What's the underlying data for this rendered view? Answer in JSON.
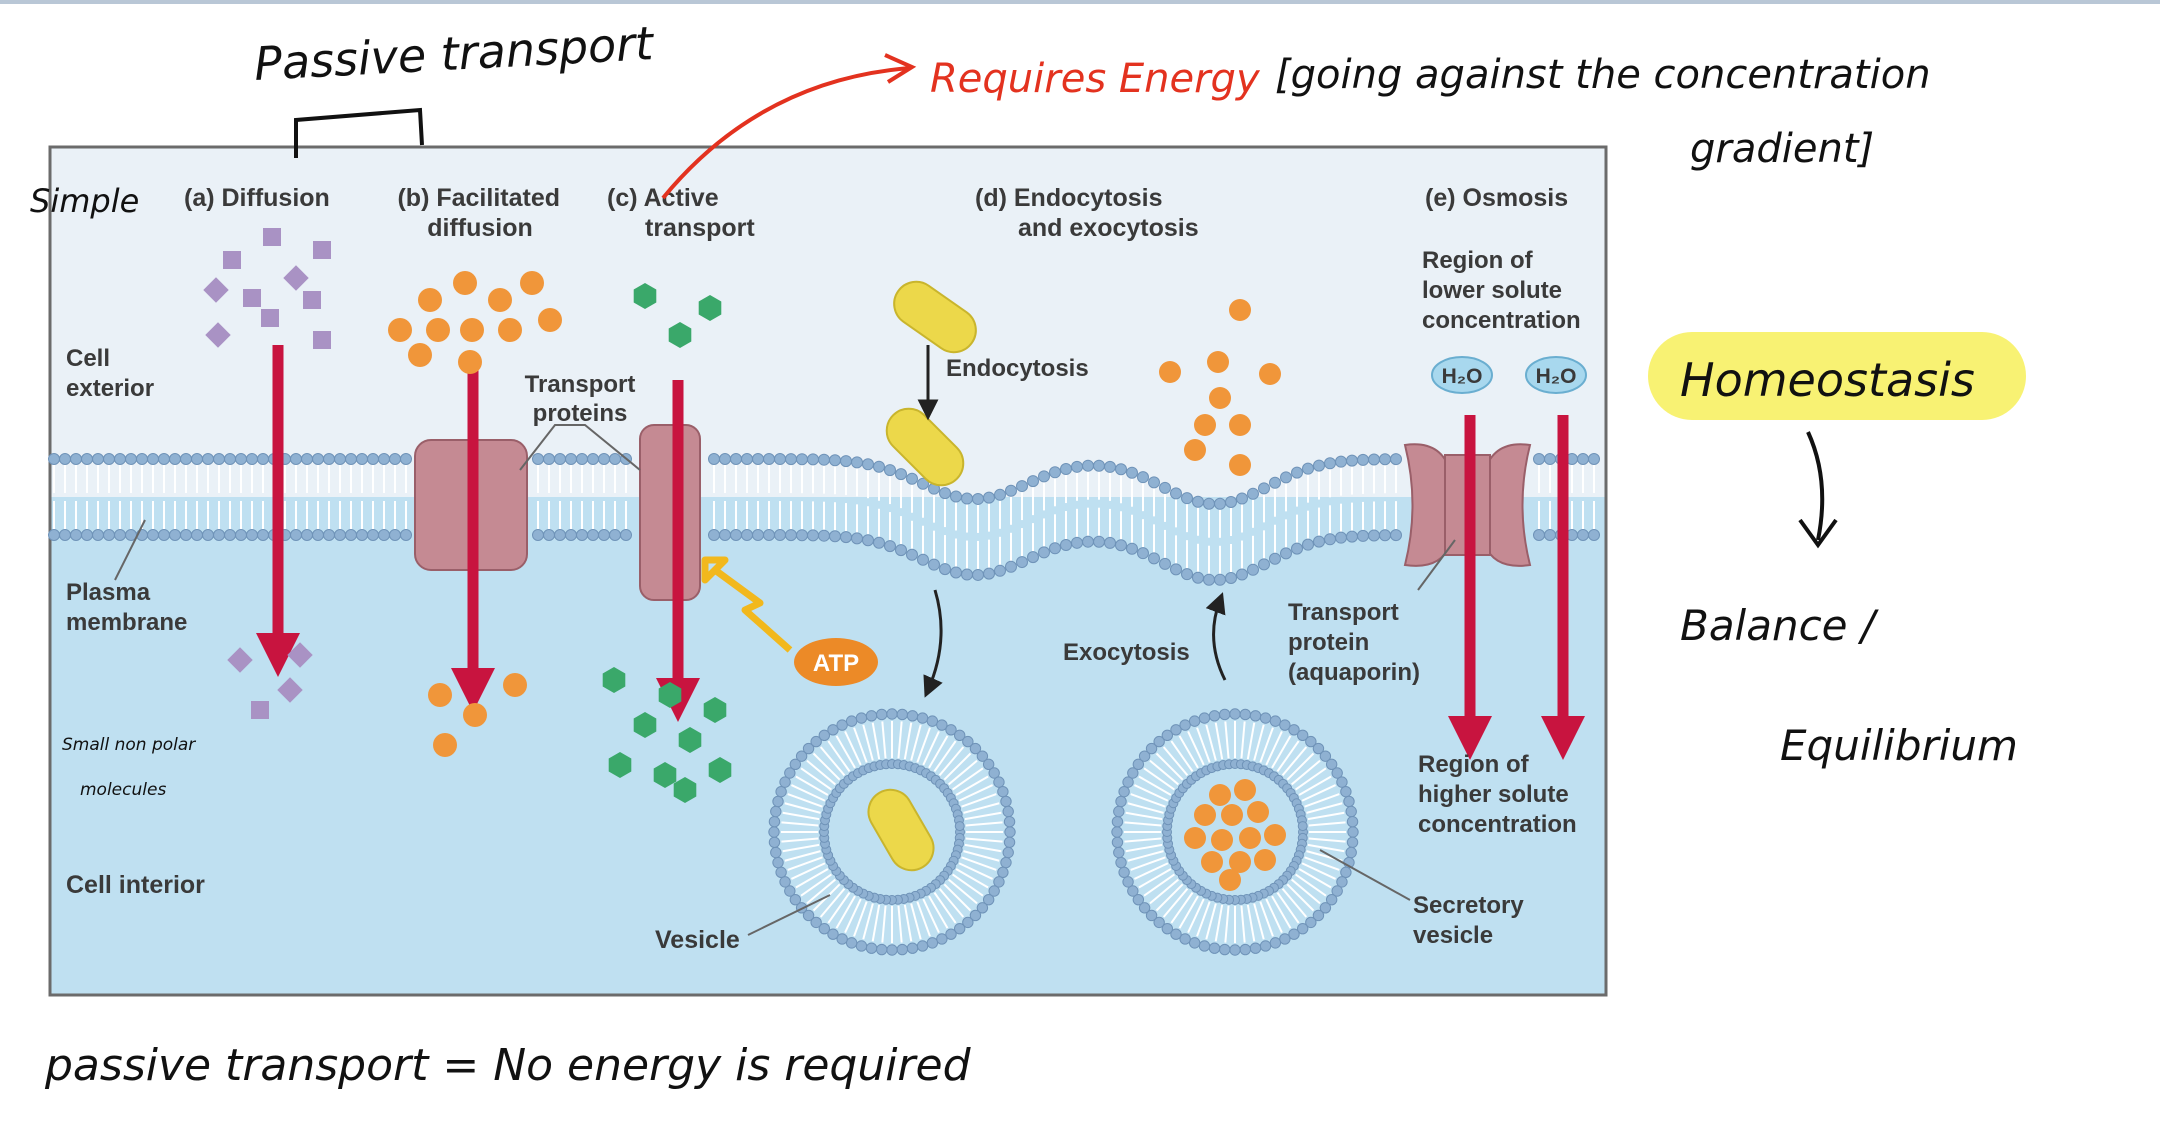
{
  "colors": {
    "exterior": "#eaf1f7",
    "interior": "#bfe0f1",
    "frame": "#6b6b6b",
    "head": "#8fb1d2",
    "protein": "#c58a93",
    "arrow": "#c8143f",
    "solute_diffusion": "#a992c4",
    "solute_orange": "#f0963a",
    "solute_green": "#3aa86a",
    "vesicle_cargo": "#ecd84a",
    "atp": "#ec8a27",
    "water": "#a8d8ee",
    "ink": "#111111",
    "ink_red": "#e3321f",
    "highlight": "#f7f05a"
  },
  "diagram": {
    "section_a": "(a) Diffusion",
    "section_b": [
      "(b) Facilitated",
      "diffusion"
    ],
    "section_c": [
      "(c) Active",
      "transport"
    ],
    "section_d": [
      "(d) Endocytosis",
      "and exocytosis"
    ],
    "section_e": "(e) Osmosis",
    "cell_exterior": [
      "Cell",
      "exterior"
    ],
    "transport_proteins": [
      "Transport",
      "proteins"
    ],
    "plasma_membrane": [
      "Plasma",
      "membrane"
    ],
    "cell_interior": "Cell interior",
    "endocytosis": "Endocytosis",
    "exocytosis": "Exocytosis",
    "atp": "ATP",
    "vesicle": "Vesicle",
    "secretory_vesicle": [
      "Secretory",
      "vesicle"
    ],
    "lower_region": [
      "Region of",
      "lower solute",
      "concentration"
    ],
    "higher_region": [
      "Region of",
      "higher solute",
      "concentration"
    ],
    "h2o": "H₂O",
    "aquaporin": [
      "Transport",
      "protein",
      "(aquaporin)"
    ]
  },
  "handwriting": {
    "passive_transport": "Passive transport",
    "simple": "Simple",
    "requires_energy": "Requires Energy",
    "going_against": "[going against the concentration",
    "gradient": "gradient]",
    "homeostasis": "Homeostasis",
    "balance": "Balance /",
    "equilibrium": "Equilibrium",
    "small_nonpolar": "Small non polar",
    "molecules": "molecules",
    "passive_note": "passive transport = No energy is required"
  }
}
